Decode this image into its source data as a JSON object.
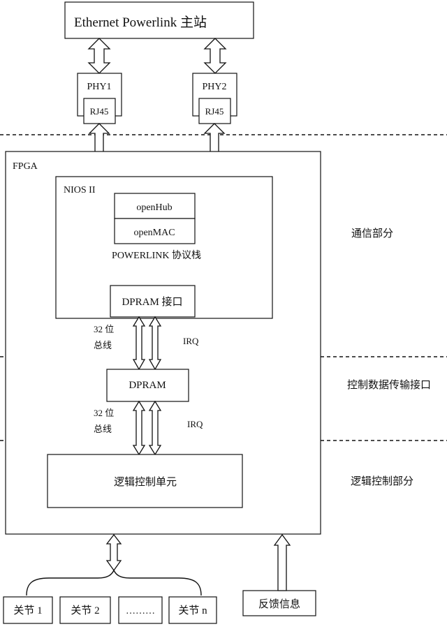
{
  "master": {
    "label": "Ethernet Powerlink  主站"
  },
  "phy1": {
    "label": "PHY1",
    "rj45": "RJ45"
  },
  "phy2": {
    "label": "PHY2",
    "rj45": "RJ45"
  },
  "fpga": {
    "label": "FPGA"
  },
  "nios": {
    "label": "NIOS II",
    "openhub": "openHub",
    "openmac": "openMAC",
    "stack": "POWERLINK 协议栈",
    "dpram_if": "DPRAM 接口"
  },
  "bus_top": {
    "width": "32 位",
    "name": "总线",
    "irq": "IRQ"
  },
  "dpram": {
    "label": "DPRAM"
  },
  "bus_bottom": {
    "width": "32 位",
    "name": "总线",
    "irq": "IRQ"
  },
  "logic_unit": {
    "label": "逻辑控制单元"
  },
  "sections": {
    "comm": "通信部分",
    "data": "控制数据传输接口",
    "logic": "逻辑控制部分"
  },
  "joints": [
    "关节 1",
    "关节 2",
    "………",
    "关节 n"
  ],
  "feedback": {
    "label": "反馈信息"
  }
}
